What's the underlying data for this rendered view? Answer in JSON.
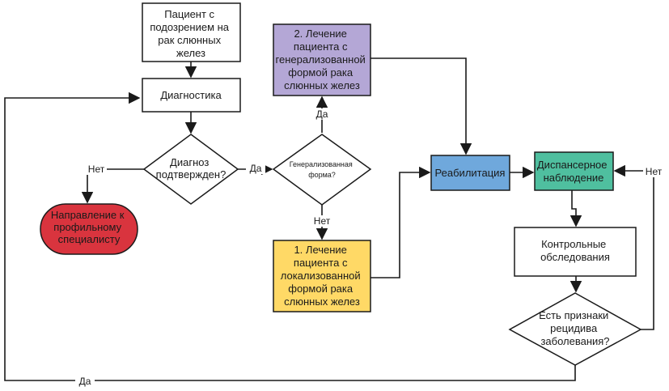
{
  "nodes": {
    "suspect": {
      "lines": [
        "Пациент с",
        "подозрением на",
        "рак слюнных",
        "желез"
      ]
    },
    "diagnostics": {
      "lines": [
        "Диагностика"
      ]
    },
    "confirmed": {
      "lines": [
        "Диагноз",
        "подтвержден?"
      ]
    },
    "referral": {
      "lines": [
        "Направление к",
        "профильному",
        "специалисту"
      ]
    },
    "generalized_q": {
      "lines": [
        "Генерализованная",
        "форма?"
      ]
    },
    "treat_generalized": {
      "lines": [
        "2. Лечение",
        "пациента с",
        "генерализованной",
        "формой рака",
        "слюнных желез"
      ]
    },
    "treat_local": {
      "lines": [
        "1. Лечение",
        "пациента с",
        "локализованной",
        "формой рака",
        "слюнных желез"
      ]
    },
    "rehab": {
      "lines": [
        "Реабилитация"
      ]
    },
    "followup": {
      "lines": [
        "Диспансерное",
        "наблюдение"
      ]
    },
    "exams": {
      "lines": [
        "Контрольные",
        "обследования"
      ]
    },
    "relapse_q": {
      "lines": [
        "Есть признаки",
        "рецидива",
        "заболевания?"
      ]
    }
  },
  "edge_labels": {
    "confirmed_no": "Нет",
    "confirmed_yes": "Да",
    "generalized_yes": "Да",
    "generalized_no": "Нет",
    "relapse_no": "Нет",
    "relapse_yes": "Да"
  },
  "colors": {
    "stroke": "#1a1a1a",
    "node_fill": "#ffffff",
    "referral_fill": "#d9343e",
    "treat_generalized_fill": "#b4a7d6",
    "treat_local_fill": "#ffd966",
    "rehab_fill": "#6fa8dc",
    "followup_fill": "#4fbf9f"
  }
}
